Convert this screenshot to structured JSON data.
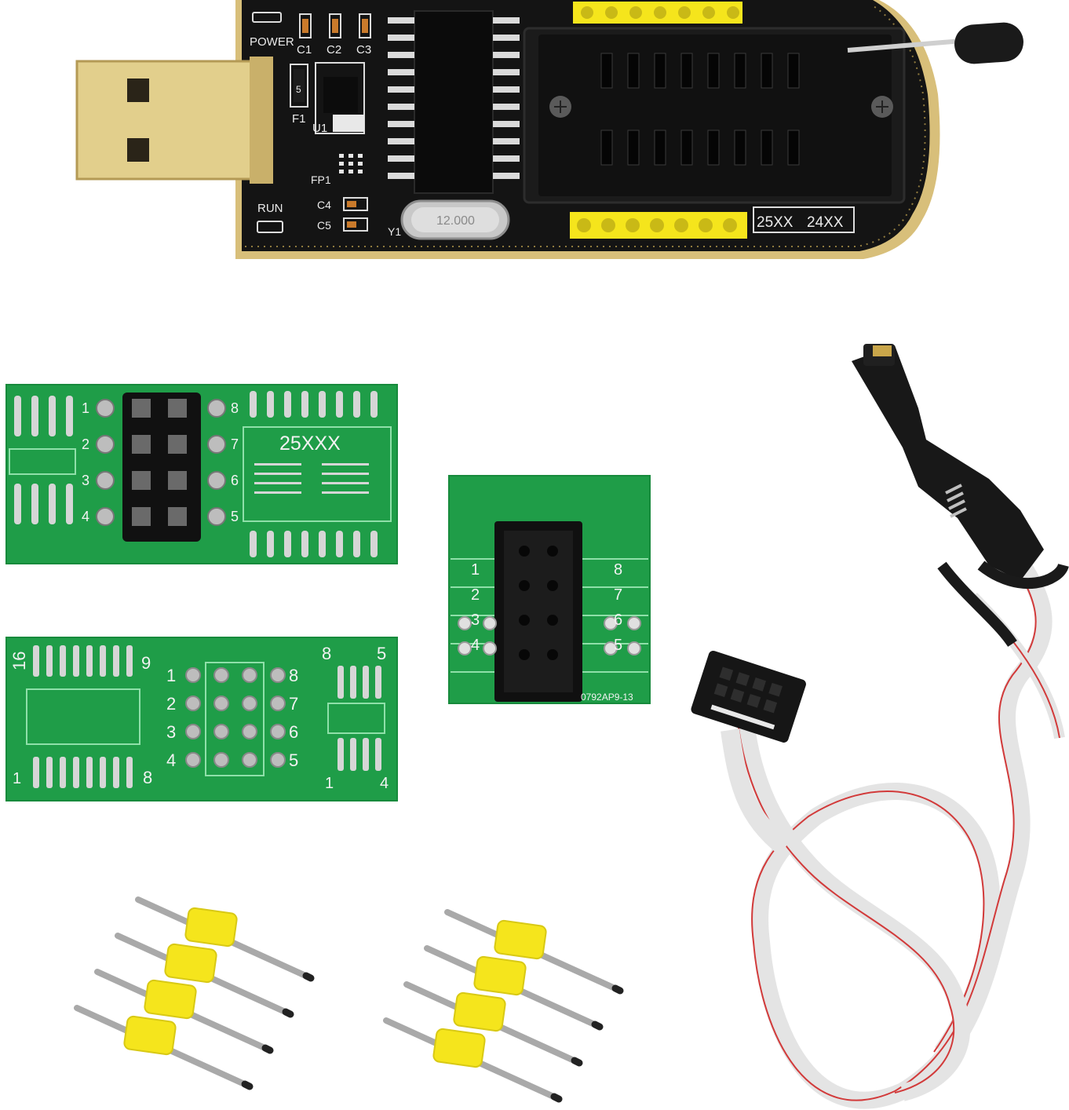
{
  "colors": {
    "background": "#ffffff",
    "programmer_pcb": "#141414",
    "gold": "#d8bf7a",
    "adapter_pcb": "#1f9d48",
    "header_yellow": "#f5e51c",
    "pin_metal": "#a9a9a9",
    "cable_gray": "#e4e4e4",
    "cable_red": "#d23a3a",
    "clip_black": "#181818"
  },
  "programmer": {
    "power_label": "POWER",
    "run_label": "RUN",
    "c1": "C1",
    "c2": "C2",
    "c3": "C3",
    "c4": "C4",
    "c5": "C5",
    "f1": "F1",
    "u1": "U1",
    "fp1": "FP1",
    "y1": "Y1",
    "crystal": "12.000",
    "fuse_mark": "5",
    "socket_25": "25XX",
    "socket_24": "24XX"
  },
  "adapter_25": {
    "title": "25XXX",
    "pins_left": [
      "1",
      "2",
      "3",
      "4"
    ],
    "pins_right": [
      "8",
      "7",
      "6",
      "5"
    ]
  },
  "adapter_dip": {
    "pins_left": [
      "1",
      "2",
      "3",
      "4"
    ],
    "pins_right": [
      "8",
      "7",
      "6",
      "5"
    ],
    "big_top_left": "16",
    "big_top_right": "9",
    "big_bottom_left": "1",
    "big_bottom_right": "8",
    "small_top_left": "8",
    "small_top_right": "5",
    "small_bottom_left": "1",
    "small_bottom_right": "4"
  },
  "adapter_idc": {
    "pins_left": [
      "1",
      "2",
      "3",
      "4"
    ],
    "pins_right": [
      "8",
      "7",
      "6",
      "5"
    ],
    "code": "0792AP9-13"
  }
}
